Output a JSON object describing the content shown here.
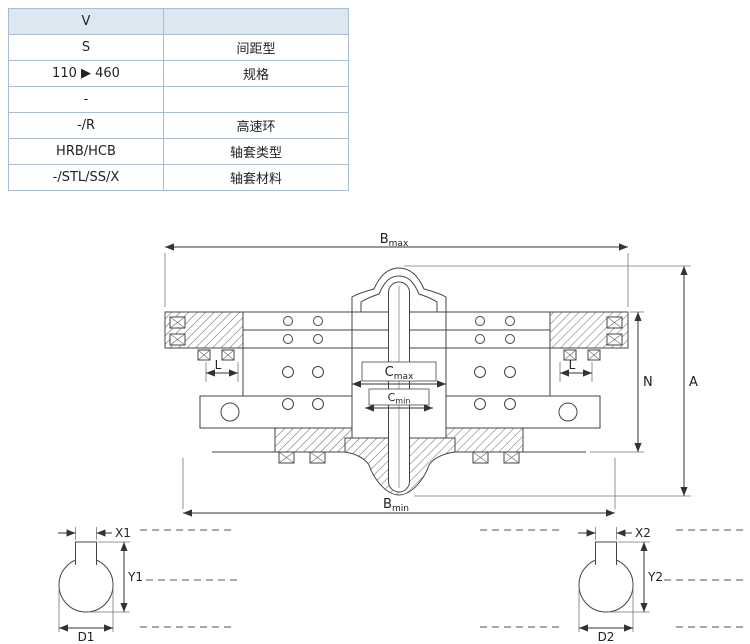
{
  "table": {
    "rows": [
      {
        "col1": "V",
        "col2": ""
      },
      {
        "col1": "S",
        "col2": "间距型"
      },
      {
        "col1": "110 ▶ 460",
        "col2": "规格"
      },
      {
        "col1": "-",
        "col2": ""
      },
      {
        "col1": "-/R",
        "col2": "高速环"
      },
      {
        "col1": "HRB/HCB",
        "col2": "轴套类型"
      },
      {
        "col1": "-/STL/SS/X",
        "col2": "轴套材料"
      }
    ]
  },
  "dims": {
    "bmax": {
      "base": "B",
      "sub": "max"
    },
    "bmin": {
      "base": "B",
      "sub": "min"
    },
    "cmax": {
      "base": "C",
      "sub": "max"
    },
    "cmin": {
      "base": "C",
      "sub": "min"
    },
    "l_left": "L",
    "l_right": "L",
    "n": "N",
    "a": "A",
    "x1": "X1",
    "y1": "Y1",
    "d1": "D1",
    "x2": "X2",
    "y2": "Y2",
    "d2": "D2"
  },
  "colors": {
    "table_header_bg": "#dde7f2",
    "table_border": "#aabdd2",
    "line": "#444444",
    "dim_line": "#333333",
    "hatch": "#5a6470"
  }
}
